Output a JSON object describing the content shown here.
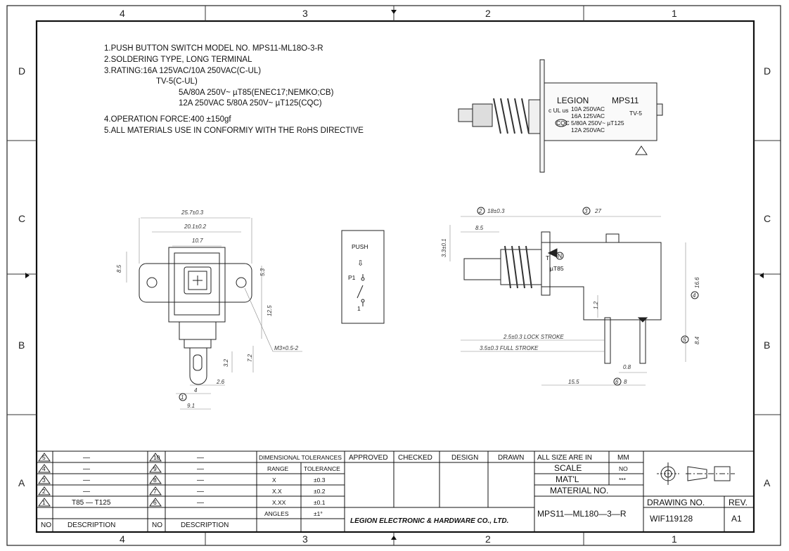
{
  "zones": {
    "cols": [
      "4",
      "3",
      "2",
      "1"
    ],
    "rows": [
      "D",
      "C",
      "B",
      "A"
    ]
  },
  "notes": [
    "1.PUSH BUTTON SWITCH MODEL NO. MPS11-ML18O-3-R",
    "2.SOLDERING TYPE, LONG TERMINAL",
    "3.RATING:16A 125VAC/10A 250VAC(C-UL)",
    "TV-5(C-UL)",
    "5A/80A 250V~ µT85(ENEC17;NEMKO;CB)",
    "12A 250VAC 5/80A 250V~ µT125(CQC)",
    "4.OPERATION FORCE:400 ±150gf",
    "5.ALL MATERIALS USE IN CONFORMIY  WITH THE RoHS DIRECTIVE"
  ],
  "product_label": {
    "brand": "LEGION",
    "model": "MPS11",
    "line1": "10A 250VAC",
    "line2": "16A 125VAC",
    "line3": "5/80A 250V~ µT125",
    "line4": "12A 250VAC",
    "tv": "TV-5",
    "cqc": "CQC",
    "ul": "c UL us"
  },
  "front_view": {
    "dims": [
      "25.7±0.3",
      "20.1±0.2",
      "10.7",
      "8.5",
      "5.3",
      "12.5",
      "7.2",
      "3.2",
      "2.6",
      "4",
      "9.1",
      "M3×0.5-2"
    ],
    "balloon": "1"
  },
  "schematic": {
    "push": "PUSH",
    "arrow": "⇩",
    "p1": "P1",
    "one": "1"
  },
  "side_view": {
    "dims": [
      "18±0.3",
      "27",
      "8.5",
      "3.3±0.1",
      "16.6",
      "1.2",
      "8.4",
      "2.5±0.3 LOCK STROKE",
      "3.5±0.3 FULL STROKE",
      "0.8",
      "15.5",
      "8"
    ],
    "balloons": [
      "2",
      "3",
      "4",
      "5",
      "6"
    ],
    "mark": "µT85",
    "n": "N",
    "t": "T"
  },
  "revisions": {
    "left": [
      {
        "no": "5",
        "desc": "—"
      },
      {
        "no": "4",
        "desc": "—"
      },
      {
        "no": "3",
        "desc": "—"
      },
      {
        "no": "2",
        "desc": "—"
      },
      {
        "no": "1",
        "desc": "T85 — T125"
      }
    ],
    "right": [
      {
        "no": "10",
        "desc": "—"
      },
      {
        "no": "9",
        "desc": "—"
      },
      {
        "no": "8",
        "desc": "—"
      },
      {
        "no": "7",
        "desc": "—"
      },
      {
        "no": "6",
        "desc": "—"
      }
    ],
    "no_header": "NO",
    "desc_header": "DESCRIPTION"
  },
  "tolerances": {
    "title": "DIMENSIONAL TOLERANCES",
    "range": "RANGE",
    "tolerance": "TOLERANCE",
    "rows": [
      {
        "range": "X",
        "tol": "±0.3"
      },
      {
        "range": "X.X",
        "tol": "±0.2"
      },
      {
        "range": "X.XX",
        "tol": "±0.1"
      },
      {
        "range": "ANGLES",
        "tol": "±1°"
      }
    ]
  },
  "approval": {
    "approved": "APPROVED",
    "checked": "CHECKED",
    "design": "DESIGN",
    "drawn": "DRAWN",
    "company": "LEGION ELECTRONIC & HARDWARE CO., LTD."
  },
  "title_block": {
    "all_size": "ALL SIZE ARE IN",
    "unit": "MM",
    "scale_label": "SCALE",
    "scale_val": "NO",
    "matl_label": "MAT'L",
    "matl_val": "***",
    "material_no_label": "MATERIAL NO.",
    "material_no": "MPS11—ML180—3—R",
    "drawing_no_label": "DRAWING NO.",
    "drawing_no": "WIF119128",
    "rev_label": "REV.",
    "rev": "A1"
  }
}
